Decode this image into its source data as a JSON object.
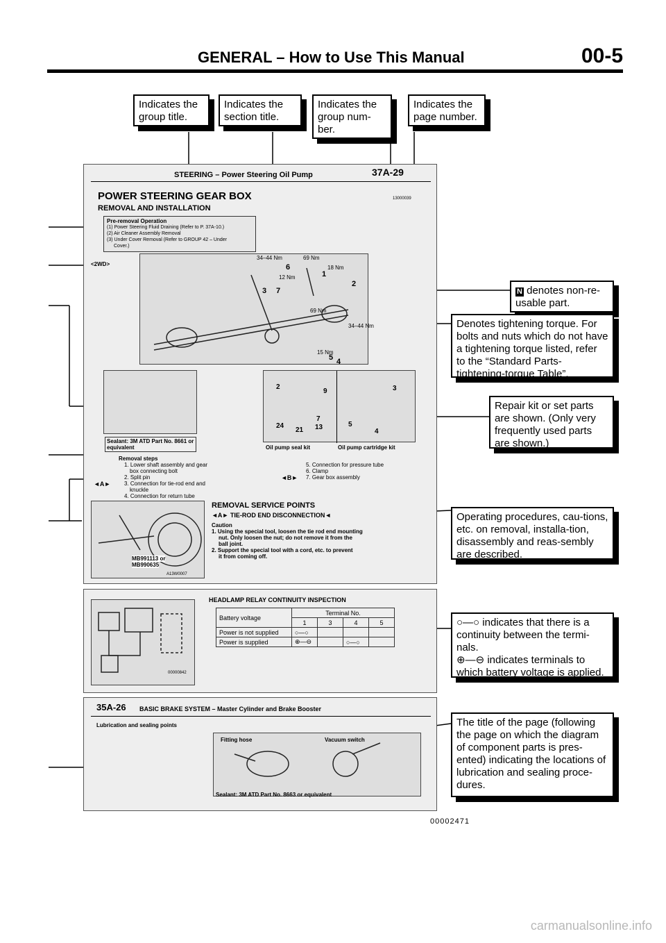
{
  "header": {
    "title": "GENERAL – How to Use This Manual",
    "page": "00-5"
  },
  "top_callouts": [
    "Indicates the group title.",
    "Indicates the section title.",
    "Indicates the group num-ber.",
    "Indicates the page number."
  ],
  "sample_page": {
    "header_group": "STEERING – Power Steering Oil Pump",
    "header_page": "37A-29",
    "title": "POWER STEERING GEAR BOX",
    "fig_code_1": "13000039",
    "subtitle": "REMOVAL AND INSTALLATION",
    "pre_removal_heading": "Pre-removal Operation",
    "pre_removal_lines": [
      "(1) Power Steering Fluid Draining (Refer to P. 37A-10.)",
      "(2) Air Cleaner Assembly Removal",
      "(3) Under Cover Removal (Refer to GROUP 42 – Under",
      "Cover.)"
    ],
    "variant": "<2WD>",
    "torque_labels": [
      "34–44 Nm",
      "69 Nm",
      "18 Nm",
      "12 Nm",
      "69 Nm",
      "34–44 Nm",
      "15 Nm"
    ],
    "part_numbers": [
      "1",
      "2",
      "3",
      "4",
      "5",
      "6",
      "7"
    ],
    "sealant": "Sealant: 3M ATD Part No. 8661 or equivalent",
    "kit_labels": [
      "Oil pump seal kit",
      "Oil pump cartridge kit"
    ],
    "kit_numbers": [
      "2",
      "9",
      "7",
      "24",
      "21",
      "13",
      "3",
      "5",
      "4"
    ],
    "removal_steps_heading": "Removal steps",
    "removal_steps_left": [
      "1. Lower shaft assembly and gear",
      "box connecting bolt",
      "2. Split pin",
      "3. Connection for tie-rod end and",
      "knuckle",
      "4. Connection for return tube"
    ],
    "removal_steps_right": [
      "5. Connection for pressure tube",
      "6. Clamp",
      "7. Gear box assembly"
    ],
    "marker_a": "◄A►",
    "marker_b": "◄B►",
    "service_heading": "REMOVAL SERVICE POINTS",
    "service_item": "◄A► TIE-ROD END DISCONNECTION◄",
    "caution": "Caution",
    "caution_lines": [
      "1. Using the special tool, loosen the tie rod end mounting",
      "nut. Only loosen the nut; do not remove it from the",
      "ball joint.",
      "2. Support the special tool with a cord, etc. to prevent",
      "it from coming off."
    ],
    "tool_labels": [
      "MB991113 or",
      "MB990635"
    ],
    "fig_code_2": "A13W0007",
    "relay_heading": "HEADLAMP RELAY CONTINUITY INSPECTION",
    "relay_table": {
      "label_header": "Battery voltage",
      "terminal_header": "Terminal No.",
      "terminals": [
        "1",
        "3",
        "4",
        "5"
      ],
      "rows": [
        {
          "label": "Power is not supplied",
          "cells": [
            "○—○",
            "",
            "",
            ""
          ]
        },
        {
          "label": "Power is supplied",
          "cells": [
            "⊕—⊖",
            "",
            "○—○",
            ""
          ]
        }
      ]
    },
    "fig_code_3": "00000842",
    "bottom_group": "35A-26",
    "bottom_title": "BASIC BRAKE SYSTEM – Master Cylinder and Brake Booster",
    "lubrication": "Lubrication and sealing points",
    "fitting_labels": [
      "Fitting hose",
      "Vacuum switch"
    ],
    "bottom_sealant": "Sealant: 3M ATD Part No. 8663 or equivalent"
  },
  "right_callouts": {
    "non_reusable": "denotes non-re-usable part.",
    "torque": "Denotes tightening torque. For bolts and nuts which do not have a tightening torque listed, refer to the “Standard Parts-tightening-torque Table”.",
    "repair_kit": "Repair kit or set parts are shown. (Only very frequently used parts are shown.)",
    "operating": "Operating procedures, cau-tions, etc. on removal, installa-tion, disassembly and reas-sembly are described.",
    "continuity_1": "indicates that there is a continuity between the termi-nals.",
    "continuity_2": "indicates terminals to which battery voltage is applied.",
    "page_title": "The title of the page (following the page on which the diagram of component parts is pres-ented) indicating the locations of lubrication and sealing proce-dures."
  },
  "doc_code": "00002471",
  "watermark": "carmanualsonline.info"
}
